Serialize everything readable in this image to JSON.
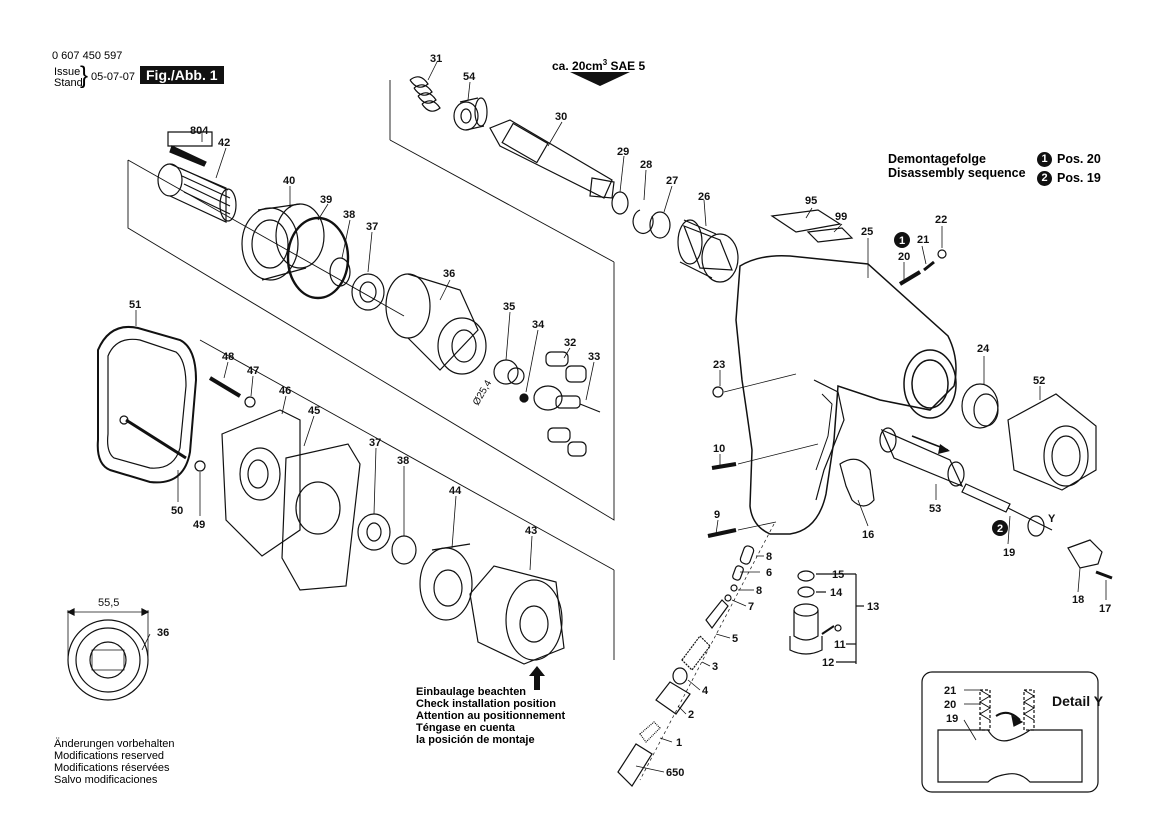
{
  "header": {
    "part_number": "0 607 450 597",
    "issue_label": "Issue",
    "stand_label": "Stand",
    "date": "05-07-07",
    "figure_label": "Fig./Abb. 1"
  },
  "lubricant_note": {
    "prefix": "ca. 20cm",
    "superscript": "3",
    "suffix": " SAE 5"
  },
  "disassembly": {
    "title_de": "Demontagefolge",
    "title_en": "Disassembly sequence",
    "steps": [
      {
        "marker": "1",
        "text": "Pos. 20"
      },
      {
        "marker": "2",
        "text": "Pos. 19"
      }
    ]
  },
  "install_note": [
    "Einbaulage beachten",
    "Check installation position",
    "Attention au positionnement",
    "Téngase en cuenta",
    "la posición de montaje"
  ],
  "footer_note": [
    "Änderungen vorbehalten",
    "Modifications reserved",
    "Modifications réservées",
    "Salvo modificaciones"
  ],
  "detail": {
    "title": "Detail Y",
    "y_marker": "Y"
  },
  "dimensions": {
    "width_label": "55,5",
    "diameter_label": "Ø25,4"
  },
  "part_labels": {
    "p1": "1",
    "p2": "2",
    "p3": "3",
    "p4": "4",
    "p5": "5",
    "p6": "6",
    "p7": "7",
    "p8a": "8",
    "p8b": "8",
    "p9": "9",
    "p10": "10",
    "p11": "11",
    "p12": "12",
    "p13": "13",
    "p14": "14",
    "p15": "15",
    "p16": "16",
    "p17": "17",
    "p18": "18",
    "p19": "19",
    "p20": "20",
    "p21": "21",
    "p22": "22",
    "p23": "23",
    "p24": "24",
    "p25": "25",
    "p26": "26",
    "p27": "27",
    "p28": "28",
    "p29": "29",
    "p30": "30",
    "p31": "31",
    "p32": "32",
    "p33": "33",
    "p34": "34",
    "p35": "35",
    "p36": "36",
    "p36b": "36",
    "p37": "37",
    "p37b": "37",
    "p38": "38",
    "p38b": "38",
    "p39": "39",
    "p40": "40",
    "p42": "42",
    "p43": "43",
    "p44": "44",
    "p45": "45",
    "p46": "46",
    "p47": "47",
    "p48": "48",
    "p49": "49",
    "p50": "50",
    "p51": "51",
    "p52": "52",
    "p53": "53",
    "p54": "54",
    "p95": "95",
    "p99": "99",
    "p650": "650",
    "p804": "804",
    "d19": "19",
    "d20": "20",
    "d21": "21"
  }
}
